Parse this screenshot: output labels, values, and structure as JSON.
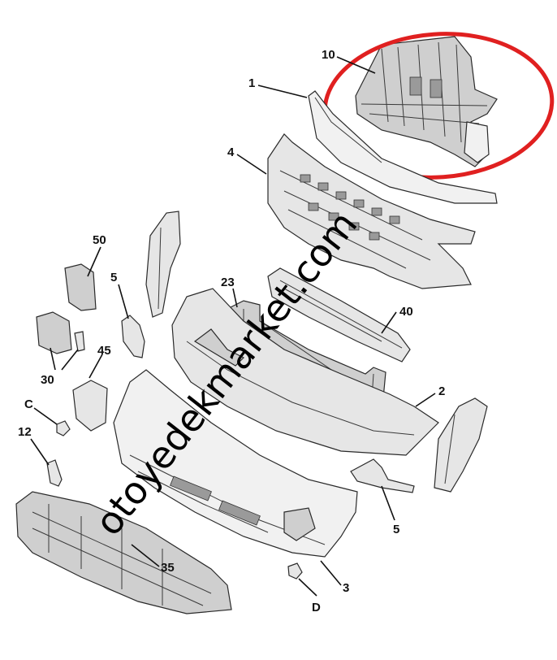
{
  "watermark": "otoyedekmarket.com",
  "highlight_color": "#e02020",
  "callouts": {
    "c10": "10",
    "c1": "1",
    "c4": "4",
    "c50": "50",
    "c5a": "5",
    "c23": "23",
    "c40": "40",
    "c45": "45",
    "c30": "30",
    "c2": "2",
    "cC": "C",
    "c12": "12",
    "c5b": "5",
    "c35": "35",
    "c3": "3",
    "cD": "D"
  }
}
